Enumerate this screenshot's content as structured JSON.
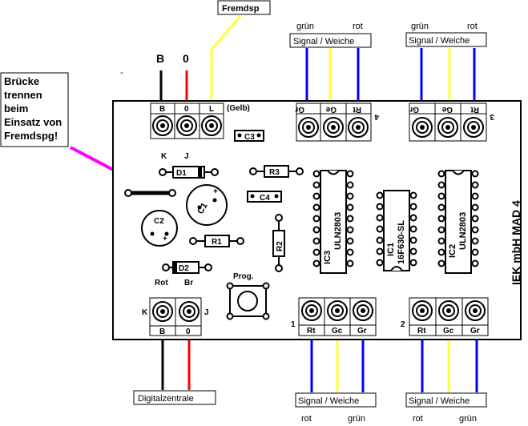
{
  "labels": {
    "fremdsp": "Fremdsp",
    "b_top": "B",
    "zero_top": "0",
    "dash": "-",
    "note_l1": "Brücke",
    "note_l2": "trennen",
    "note_l3": "beim",
    "note_l4": "Einsatz von",
    "note_l5": "Fremdspg!",
    "board_title": "IEK mbH MAD 4",
    "digitalzentrale": "Digitalzentrale",
    "signal_weiche": "Signal / Weiche",
    "gruen": "grün",
    "rot": "rot",
    "term_B": "B",
    "term_0": "0",
    "term_L": "L",
    "gelb": "(Gelb)",
    "k": "K",
    "j": "J",
    "rot_lbl": "Rot",
    "br_lbl": "Br",
    "prog": "Prog.",
    "c3": "C3",
    "c4": "C4",
    "c1": "C1",
    "c2": "C2",
    "d1": "D1",
    "d2": "D2",
    "r1": "R1",
    "r2": "R2",
    "r3": "R3",
    "ic1": "IC1",
    "ic1_part": "16F630-SL",
    "ic2": "IC2",
    "ic2_part": "ULN2803",
    "ic3": "IC3",
    "ic3_part": "ULN2803",
    "rt": "Rt",
    "gc": "Gc",
    "gr": "Gr",
    "ge": "Ge",
    "port1": "1",
    "port2": "2",
    "port3": "3",
    "port4": "4",
    "plus": "+"
  },
  "colors": {
    "black": "#000000",
    "red": "#ff0000",
    "yellow": "#ffff33",
    "blue": "#0000ff",
    "magenta": "#ff00ff",
    "board": "#ffffff"
  }
}
